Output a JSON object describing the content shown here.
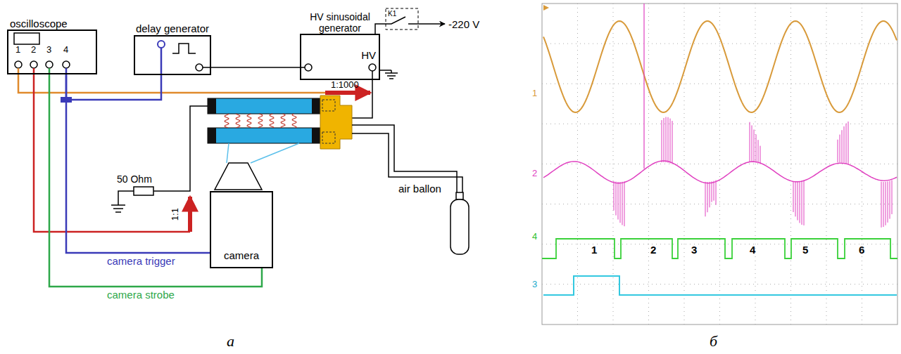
{
  "diagram": {
    "nodes": [
      {
        "text": [
          "oscilloscope"
        ]
      },
      {
        "text": [
          "delay generator"
        ]
      },
      {
        "text": [
          "HV sinusoidal generator",
          "HV"
        ]
      },
      {
        "text": [
          "camera"
        ]
      },
      {
        "text": [
          "air ballon"
        ]
      }
    ],
    "edges": [
      {
        "from": 0,
        "to": 1,
        "arrow": "none"
      },
      {
        "from": 0,
        "to": 3,
        "label": "camera trigger",
        "arrow": "none"
      },
      {
        "from": 0,
        "to": 3,
        "label": "camera strobe",
        "arrow": "none"
      },
      {
        "from": 1,
        "to": 2,
        "arrow": "none"
      }
    ],
    "labels": [
      "1",
      "2",
      "3",
      "4",
      "K1",
      "-220 V",
      "1:1000",
      "50 Ohm",
      "1:1",
      "а",
      "б",
      "1",
      "2",
      "4",
      "3",
      "1",
      "2",
      "3",
      "4",
      "5",
      "6"
    ]
  }
}
